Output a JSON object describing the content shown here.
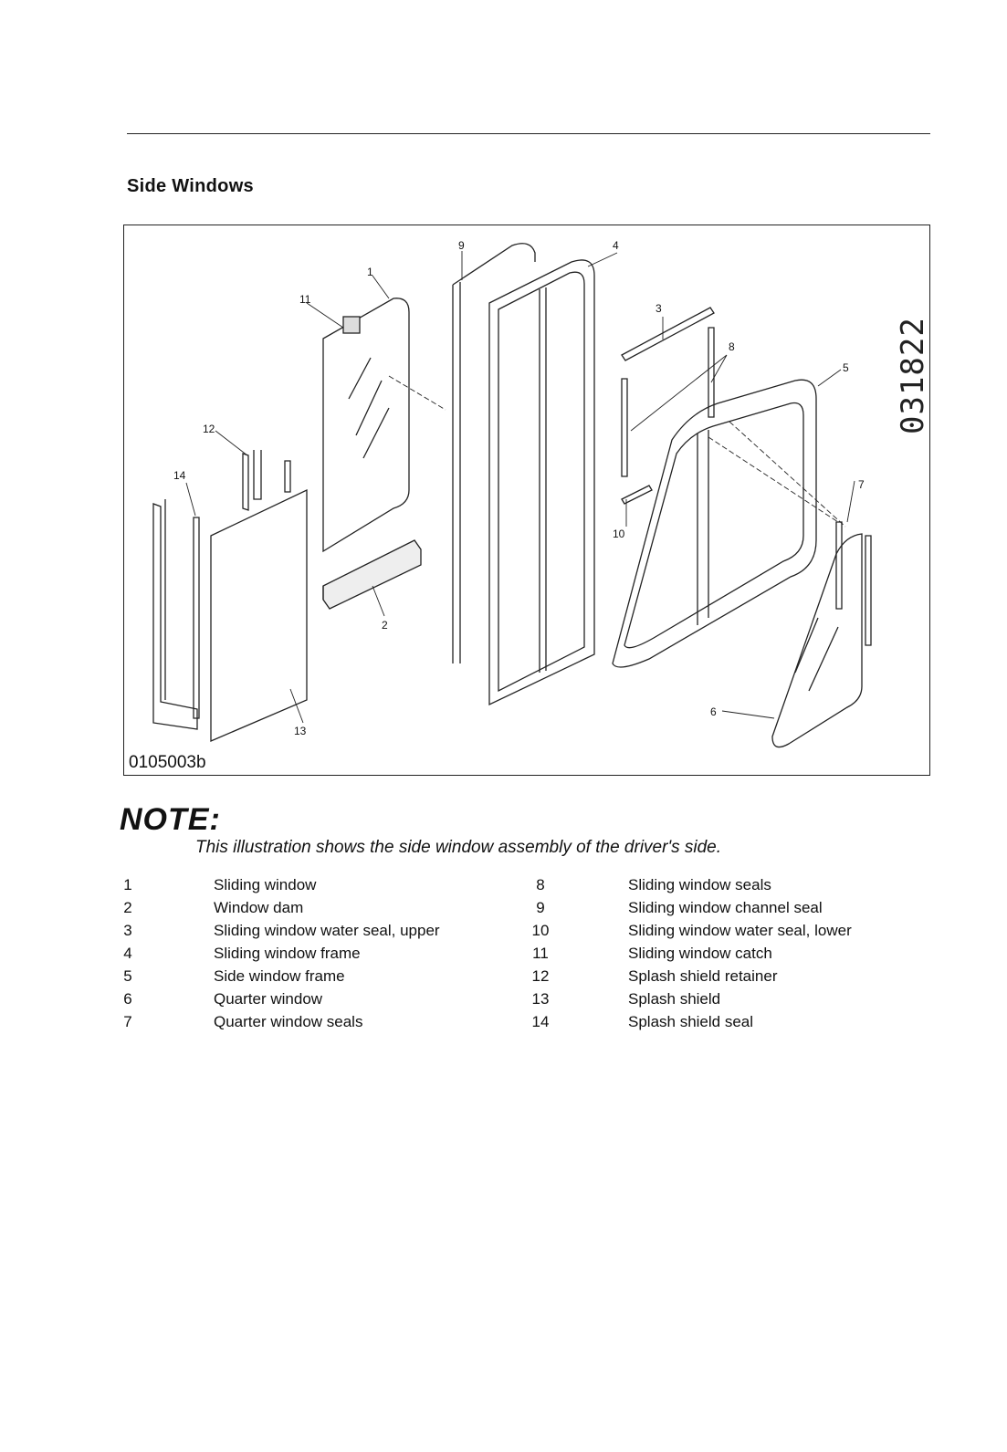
{
  "section": {
    "title": "Side Windows"
  },
  "figure": {
    "id": "0105003b",
    "stamp": "031822",
    "callouts": [
      "1",
      "2",
      "3",
      "4",
      "5",
      "6",
      "7",
      "8",
      "9",
      "10",
      "11",
      "12",
      "13",
      "14"
    ]
  },
  "note": {
    "heading": "NOTE:",
    "text": "This illustration shows the side window assembly of the driver's side."
  },
  "parts": [
    {
      "num": "1",
      "name": "Sliding window"
    },
    {
      "num": "2",
      "name": "Window dam"
    },
    {
      "num": "3",
      "name": "Sliding window water seal, upper"
    },
    {
      "num": "4",
      "name": "Sliding window frame"
    },
    {
      "num": "5",
      "name": "Side window frame"
    },
    {
      "num": "6",
      "name": "Quarter window"
    },
    {
      "num": "7",
      "name": "Quarter window seals"
    },
    {
      "num": "8",
      "name": "Sliding window seals"
    },
    {
      "num": "9",
      "name": "Sliding window channel seal"
    },
    {
      "num": "10",
      "name": "Sliding window water seal, lower"
    },
    {
      "num": "11",
      "name": "Sliding window catch"
    },
    {
      "num": "12",
      "name": "Splash shield retainer"
    },
    {
      "num": "13",
      "name": "Splash shield"
    },
    {
      "num": "14",
      "name": "Splash shield seal"
    }
  ]
}
